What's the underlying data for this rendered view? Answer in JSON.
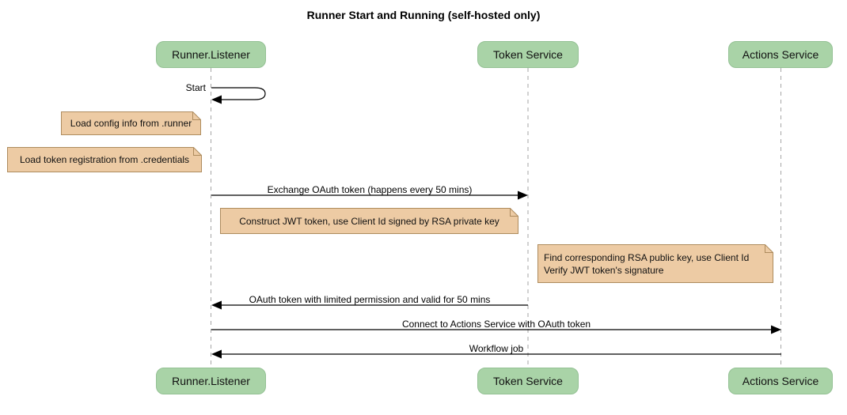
{
  "title": "Runner Start and Running (self-hosted only)",
  "participants": [
    {
      "name": "Runner.Listener"
    },
    {
      "name": "Token Service"
    },
    {
      "name": "Actions Service"
    }
  ],
  "messages": {
    "start": "Start",
    "exchange": "Exchange OAuth token (happens every 50 mins)",
    "oauth_return": "OAuth token with limited permission and valid for 50 mins",
    "connect": "Connect to Actions Service with OAuth token",
    "workflow": "Workflow job"
  },
  "notes": {
    "load_config": "Load config info from .runner",
    "load_token": "Load token registration from .credentials",
    "construct_jwt": "Construct JWT token, use Client Id signed by RSA private key",
    "verify_line1": "Find corresponding RSA public key, use Client Id",
    "verify_line2": "Verify JWT token's signature"
  },
  "colors": {
    "participant_fill": "#a9d3a7",
    "participant_border": "#94c194",
    "note_fill": "#edcba4",
    "note_border": "#ae8c5e",
    "lifeline": "#a6a6a6",
    "message_line": "#000000",
    "background": "#ffffff"
  }
}
